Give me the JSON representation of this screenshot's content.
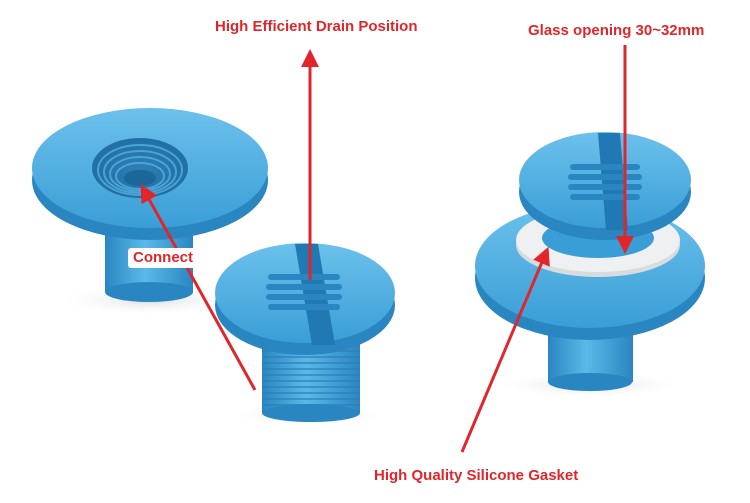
{
  "annotations": {
    "drain_position": "High Efficient Drain Position",
    "glass_opening": "Glass opening 30~32mm",
    "connect": "Connect",
    "silicone_gasket": "High Quality Silicone Gasket"
  },
  "colors": {
    "part_blue": "#45a9df",
    "part_dark": "#2a86c1",
    "part_light": "#7cc7ee",
    "gasket": "#e8eaec",
    "annotation_red": "#e0262a",
    "background": "#ffffff"
  }
}
